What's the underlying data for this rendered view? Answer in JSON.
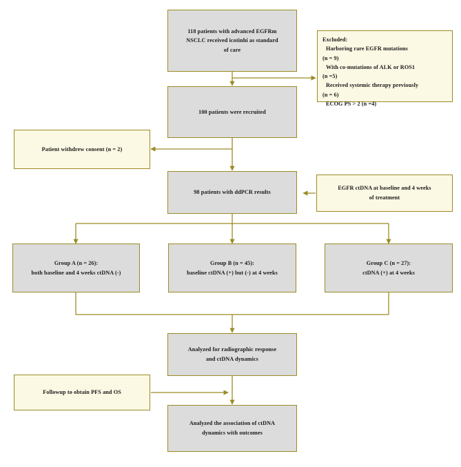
{
  "diagram": {
    "title": "CONSORT-style patient flow diagram",
    "colors": {
      "border": "#9a8b23",
      "edge": "#9a8b23",
      "process_fill": "#dcdcdc",
      "note_fill": "#fbf8e3",
      "text": "#1a1a1a",
      "background": "#ffffff"
    }
  },
  "nodes": {
    "enrollment": {
      "lines": [
        "118 patients with advanced EGFRm",
        "NSCLC received icotinhi as standard",
        "of care"
      ]
    },
    "excluded": {
      "lines": [
        "Excluded:",
        "Harboring rare EGFR mutations",
        "(n = 9)",
        "With co-mutations of ALK or ROS1",
        "(n =5)",
        "Received systemic  therapy previously",
        "(n = 6)",
        "ECOG PS  >  2 (n =4)"
      ]
    },
    "recruited": {
      "lines": [
        "100 patients were recruited"
      ]
    },
    "withdrew": {
      "lines": [
        "Patient withdrew consent (n = 2)"
      ]
    },
    "ddpcr": {
      "lines": [
        "98 patients with ddPCR results"
      ]
    },
    "ctdna_note": {
      "lines": [
        "EGFR ctDNA  at baseline and 4 weeks",
        "of treatment"
      ]
    },
    "group_a": {
      "lines": [
        "Group A (n = 26):",
        "both baseline and 4 weeks ctDNA (-)"
      ]
    },
    "group_b": {
      "lines": [
        "Group B (n = 45):",
        "baseline ctDNA (+) but (-) at 4 weeks"
      ]
    },
    "group_c": {
      "lines": [
        "Group C (n = 27):",
        "ctDNA (+) at 4 weeks"
      ]
    },
    "analysis_response": {
      "lines": [
        "Analyzed for radiographic response",
        "and ctDNA dynamics"
      ]
    },
    "followup": {
      "lines": [
        "Followup to obtain PFS and OS"
      ]
    },
    "analysis_outcomes": {
      "lines": [
        "Analyzed the association of ctDNA",
        "dynamics with outcomes"
      ]
    }
  }
}
